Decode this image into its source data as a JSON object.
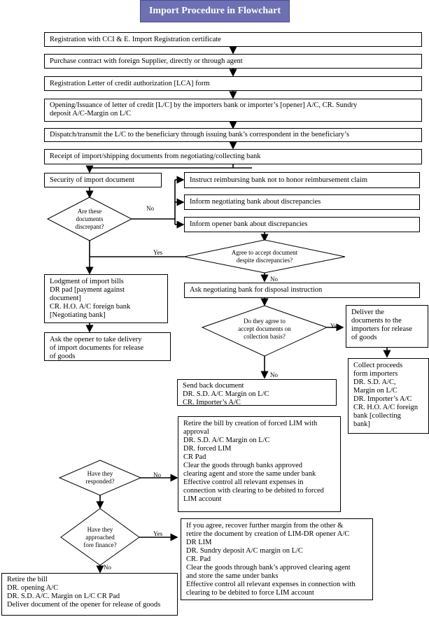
{
  "title": "Import Procedure in Flowchart",
  "steps": {
    "registration": "Registration with CCI & E. Import Registration certificate",
    "purchase": "Purchase contract with foreign Supplier, directly or through agent",
    "lca": "Registration Letter of credit authorization [LCA] form",
    "opening": [
      "Opening/Issuance of letter of credit [L/C] by the importers bank or importer’s [opener] A/C, CR. Sundry",
      "deposit A/C-Margin on L/C"
    ],
    "dispatch": "Dispatch/transmit the L/C to the beneficiary through issuing bank’s correspondent in the beneficiary’s",
    "receipt": "Receipt of import/shipping documents from negotiating/collecting bank",
    "security": "Security of import document",
    "instruct": "Instruct reimbursing bank not to honor reimbursement claim",
    "inform_negotiating": "Inform negotiating bank about discrepancies",
    "inform_opener": "Inform opener bank about discrepancies",
    "lodgment": [
      "Lodgment of import bills",
      "DR pad [payment against",
      "document]",
      "CR. H.O. A/C foreign bank",
      "[Negotiating bank]"
    ],
    "ask_opener": [
      "Ask the opener to take delivery",
      "of import documents for release",
      "of goods"
    ],
    "ask_negotiating": "Ask negotiating bank for disposal instruction",
    "deliver": [
      "Deliver the",
      "documents to the",
      "importers for release",
      "of goods"
    ],
    "collect": [
      "Collect proceeds",
      "form importers",
      "DR. S.D. A/C,",
      "Margin on L/C",
      "DR. Importer’s A/C",
      "CR. H.O. A/C foreign",
      "bank [collecting",
      "bank]"
    ],
    "send_back": [
      "Send back document",
      "DR. S.D. A/C Margin on L/C",
      "CR. Importer’s A/C"
    ],
    "retire_forced": [
      "Retire the bill by creation of forced LIM with",
      "approval",
      "DR. S.D. A/C Margin on L/C",
      "DR. forced LIM",
      "CR Pad",
      "Clear the goods through banks approved",
      "clearing agent and store the same under bank",
      "Effective control all relevant expenses in",
      "connection with clearing to be debited to forced",
      "LIM account"
    ],
    "if_agree": [
      "If you agree, recover further margin from the other &",
      "retire the document by creation of LIM-DR opener A/C",
      "DR LIM",
      "DR. Sundry deposit A/C margin on L/C",
      "CR. Pad",
      "Clear the goods through bank’s approved clearing agent",
      "and store the same under banks",
      "Effective control all relevant expenses in connection with",
      "clearing to be debited to force LIM account"
    ],
    "retire_bill": [
      "Retire the bill",
      "DR. opening A/C",
      "DR. S.D. A/C. Margin on L/C CR Pad",
      "Deliver document of the opener for release of goods"
    ]
  },
  "decisions": {
    "discrepant": [
      "Are these",
      "documents",
      "discrepant?"
    ],
    "agree_accept": [
      "Agree to accept document",
      "despite discrepancies?"
    ],
    "collection_basis": [
      "Do they agree to",
      "accept documents on",
      "collection basis?"
    ],
    "responded": [
      "Have they",
      "responded?"
    ],
    "approached": [
      "Have they",
      "approached",
      "fore finance?"
    ]
  },
  "labels": {
    "no": "No",
    "yes": "Yes"
  }
}
